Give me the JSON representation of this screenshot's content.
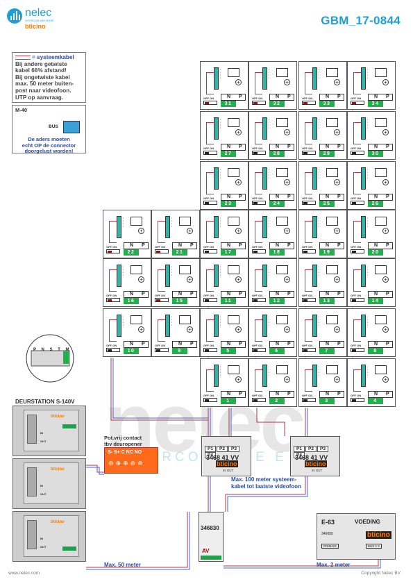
{
  "header": {
    "logo_text": "nelec",
    "logo_sub": "INTERCOM AND MORE",
    "logo_brand": "bticino",
    "title": "GBM_17-0844"
  },
  "legend_note": {
    "head": "= systeemkabel",
    "lines": [
      "Bij andere getwiste",
      "kabel 66% afstand!",
      "Bij ongetwiste kabel",
      "max. 50 meter buiten-",
      "post naar videofoon.",
      "UTP op aanvraag."
    ]
  },
  "m40_note": {
    "label": "M-40",
    "bus": "BUS",
    "line1": "De aders moeten",
    "line2": "echt OP de connector",
    "line3": "doorgelust worden!"
  },
  "unit_labels": {
    "offon": "OFF ON",
    "n": "N",
    "p": "P"
  },
  "units": [
    {
      "num": "31"
    },
    {
      "num": "32"
    },
    {
      "num": "33"
    },
    {
      "num": "34"
    },
    {
      "num": "27"
    },
    {
      "num": "28"
    },
    {
      "num": "29"
    },
    {
      "num": "30"
    },
    {
      "num": "23"
    },
    {
      "num": "24"
    },
    {
      "num": "25"
    },
    {
      "num": "26"
    },
    {
      "num": "22"
    },
    {
      "num": "21"
    },
    {
      "num": "17"
    },
    {
      "num": "18"
    },
    {
      "num": "19"
    },
    {
      "num": "20"
    },
    {
      "num": "16"
    },
    {
      "num": "15"
    },
    {
      "num": "11"
    },
    {
      "num": "12"
    },
    {
      "num": "13"
    },
    {
      "num": "14"
    },
    {
      "num": "10"
    },
    {
      "num": "9"
    },
    {
      "num": "5"
    },
    {
      "num": "6"
    },
    {
      "num": "7"
    },
    {
      "num": "8"
    },
    {
      "num": "1"
    },
    {
      "num": "2"
    },
    {
      "num": "3"
    },
    {
      "num": "4"
    }
  ],
  "distributor": {
    "ports": [
      "P1",
      "P2",
      "P3",
      "P4"
    ],
    "code": "3468 41",
    "vv": "VV",
    "brand": "bticino",
    "in_label": "IN",
    "out_label": "OUT"
  },
  "door_station": {
    "label": "DEURSTATION S-140V",
    "brand": "bticino",
    "in_label": "IN",
    "out_label": "OUT",
    "terminals": "P N S T M"
  },
  "relay": {
    "line1": "Pot.vrij contact",
    "line2": "tbv deuropener",
    "pins": "S-  S+ C  NC NO"
  },
  "av_module": {
    "code": "346830",
    "label": "AV"
  },
  "psu": {
    "model": "E-63",
    "name": "VOEDING",
    "code": "346000",
    "brand": "bticino",
    "prim": "PRIMAIR",
    "bus": "BUS 1 2"
  },
  "captions": {
    "c1": "Max. 100 meter systeem-",
    "c2": "kabel tot laatste videofoon",
    "c3": "Max. 50 meter",
    "c4": "Max. 2 meter"
  },
  "footer": {
    "left": "www.nelec.com",
    "right": "Copyright Nelec BV"
  },
  "watermark": {
    "big": "nelec",
    "small": "INTERCOM & DE E"
  },
  "colors": {
    "accent": "#1f9fd8",
    "unit_num": "#1fb14a",
    "bticino": "#ff7a00",
    "relay": "#ff6a1a",
    "connector": "#2ab7a9"
  }
}
